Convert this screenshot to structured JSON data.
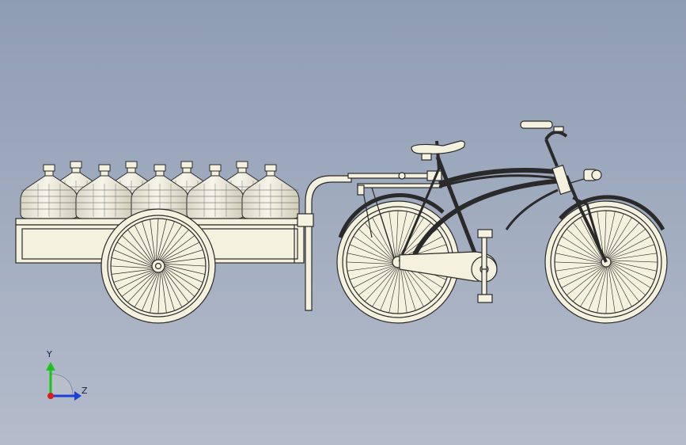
{
  "axes": {
    "y_label": "Y",
    "z_label": "Z"
  },
  "colors": {
    "background_top": "#8f9db3",
    "background_bottom": "#b4bccb",
    "model_fill": "#f4f1de",
    "model_stroke": "#2a2a2a",
    "axis_y": "#1ec21e",
    "axis_z": "#1f3fd6",
    "axis_origin": "#d61f1f"
  },
  "scene": {
    "model": "bicycle-with-cargo-trailer",
    "cargo": {
      "item": "water-jug",
      "count_visible": 9
    },
    "trailer_wheel_spokes": 36,
    "bicycle_wheel_spokes": 36
  }
}
